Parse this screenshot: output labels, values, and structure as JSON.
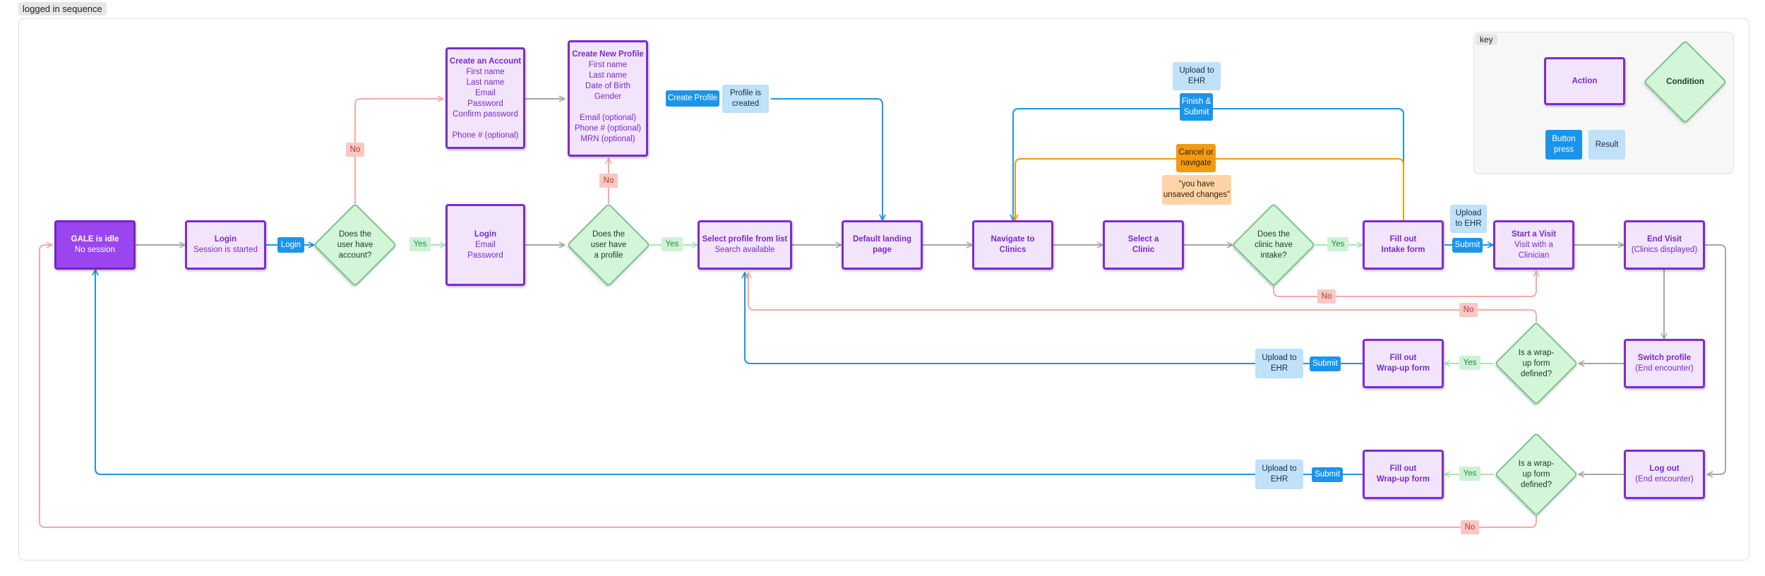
{
  "title": "logged in sequence",
  "key": {
    "label": "key",
    "action": "Action",
    "condition": "Condition",
    "button_l1": "Button",
    "button_l2": "press",
    "result": "Result"
  },
  "nodes": {
    "idle": {
      "h": "GALE is idle",
      "s": "No session"
    },
    "login1": {
      "h": "Login",
      "s": "Session is started"
    },
    "login2": {
      "h": "Login",
      "l1": "Email",
      "l2": "Password"
    },
    "create_account": {
      "h": "Create an Account",
      "lines": [
        "First name",
        "Last name",
        "Email",
        "Password",
        "Confirm password",
        "",
        "Phone # (optional)"
      ]
    },
    "create_profile": {
      "h": "Create New Profile",
      "lines": [
        "First name",
        "Last name",
        "Date of Birth",
        "Gender",
        "",
        "Email (optional)",
        "Phone # (optional)",
        "MRN (optional)"
      ]
    },
    "select_profile": {
      "h": "Select profile from list",
      "s": "Search available"
    },
    "landing": {
      "l1": "Default landing",
      "l2": "page"
    },
    "nav_clinics": {
      "l1": "Navigate to",
      "l2": "Clinics"
    },
    "select_clinic": {
      "l1": "Select a",
      "l2": "Clinic"
    },
    "intake_form": {
      "l1": "Fill out",
      "l2": "Intake form"
    },
    "start_visit": {
      "h": "Start a Visit",
      "l1": "Visit with a",
      "l2": "Clinician"
    },
    "end_visit": {
      "h": "End Visit",
      "s": "(Clinics displayed)"
    },
    "switch_profile": {
      "h": "Switch profile",
      "s": "(End encounter)"
    },
    "wrapup1": {
      "l1": "Fill out",
      "l2": "Wrap-up form"
    },
    "logout": {
      "h": "Log out",
      "s": "(End encounter)"
    },
    "wrapup2": {
      "l1": "Fill out",
      "l2": "Wrap-up form"
    }
  },
  "decisions": {
    "has_account": [
      "Does the",
      "user have",
      "account?"
    ],
    "has_profile": [
      "Does the",
      "user have",
      "a profile"
    ],
    "has_intake": [
      "Does the",
      "clinic have",
      "intake?"
    ],
    "wrapup_defined1": [
      "Is a wrap-",
      "up form",
      "defined?"
    ],
    "wrapup_defined2": [
      "Is a wrap-",
      "up form",
      "defined?"
    ]
  },
  "buttons": {
    "login": "Login",
    "create_profile": "Create Profile",
    "finish_submit_l1": "Finish &",
    "finish_submit_l2": "Submit",
    "cancel_l1": "Cancel or",
    "cancel_l2": "navigate",
    "submit_intake": "Submit",
    "submit_wrapup1": "Submit",
    "submit_wrapup2": "Submit"
  },
  "results": {
    "profile_created_l1": "Profile is",
    "profile_created_l2": "created",
    "upload_top_l1": "Upload to",
    "upload_top_l2": "EHR",
    "upload_intake_l1": "Upload",
    "upload_intake_l2": "to EHR",
    "upload_wrapup1_l1": "Upload to",
    "upload_wrapup1_l2": "EHR",
    "upload_wrapup2_l1": "Upload to",
    "upload_wrapup2_l2": "EHR",
    "unsaved_l1": "\"you have",
    "unsaved_l2": "unsaved changes\""
  },
  "labels": {
    "yes": "Yes",
    "no": "No"
  },
  "colors": {
    "action_border": "#7e2bd3",
    "action_fill": "#f1e4fb",
    "idle_fill": "#9b45ee",
    "decision_fill": "#d3f5d8",
    "button_blue": "#1b95ea",
    "result_blue": "#bfe1fa",
    "warning_orange": "#f39a11",
    "flow_gray": "#a6a6a6",
    "flow_blue": "#1b95ea",
    "flow_pink": "#f5aaa6",
    "flow_orange": "#f39a11"
  }
}
